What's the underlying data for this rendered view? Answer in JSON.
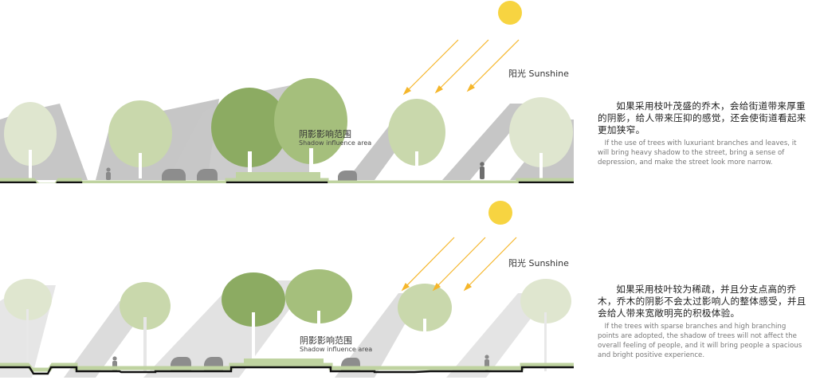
{
  "colors": {
    "sun": "#f7d441",
    "ray": "#f5b62a",
    "shadow": "#c6c6c6",
    "ground_grass": "#bfd3a0",
    "tree_pale": "#dfe6cf",
    "tree_mid": "#c9d8ac",
    "tree_dense": "#8cab62",
    "tree_sparse": "#a5bf7c",
    "trunk": "#ffffff"
  },
  "panels": [
    {
      "sun_label": "阳光 Sunshine",
      "shadow_zh": "阴影影响范围",
      "shadow_en": "Shadow influence area",
      "desc_zh": "如果采用枝叶茂盛的乔木，会给街道带来厚重的阴影，给人带来压抑的感觉，还会使街道看起来更加狭窄。",
      "desc_en": "If the use of trees with luxuriant branches and leaves, it will bring heavy shadow to the street, bring a sense of depression, and make the street look more narrow."
    },
    {
      "sun_label": "阳光 Sunshine",
      "shadow_zh": "阴影影响范围",
      "shadow_en": "Shadow influence area",
      "desc_zh": "如果采用枝叶较为稀疏，并且分支点高的乔木，乔木的阴影不会太过影响人的整体感受，并且会给人带来宽敞明亮的积极体验。",
      "desc_en": "If the trees with sparse branches and high branching points are adopted, the shadow of trees will not affect the overall feeling of people, and it will bring people a spacious and bright positive experience."
    }
  ]
}
